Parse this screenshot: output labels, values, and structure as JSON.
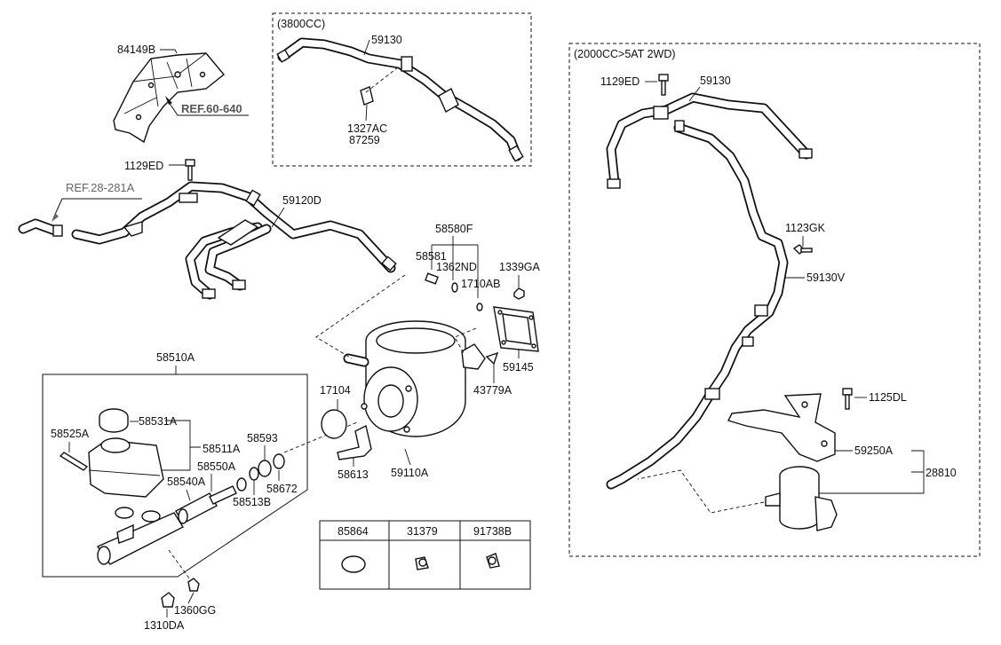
{
  "sections": {
    "v6_label": "(3800CC)",
    "i4_label": "(2000CC>5AT 2WD)"
  },
  "references": {
    "ref_60": "REF.60-640",
    "ref_28": "REF.28-281A"
  },
  "labels": {
    "p84149B": "84149B",
    "p1129ED_left": "1129ED",
    "p59120D": "59120D",
    "p59130_top": "59130",
    "p1327AC": "1327AC",
    "p87259": "87259",
    "p1129ED_right": "1129ED",
    "p59130_right": "59130",
    "p1123GK": "1123GK",
    "p59130V": "59130V",
    "p1125DL": "1125DL",
    "p59250A": "59250A",
    "p28810": "28810",
    "p58580F": "58580F",
    "p58581": "58581",
    "p1362ND": "1362ND",
    "p1710AB": "1710AB",
    "p1339GA": "1339GA",
    "p59145": "59145",
    "p43779A": "43779A",
    "p17104": "17104",
    "p58613": "58613",
    "p59110A": "59110A",
    "p58510A": "58510A",
    "p58531A": "58531A",
    "p58525A": "58525A",
    "p58511A": "58511A",
    "p58593": "58593",
    "p58550A": "58550A",
    "p58540A": "58540A",
    "p58672": "58672",
    "p58513B": "58513B",
    "p1360GG": "1360GG",
    "p1310DA": "1310DA"
  },
  "legend_table": {
    "headers": [
      "85864",
      "31379",
      "91738B"
    ],
    "icons": [
      "round-plug-icon",
      "hose-clamp-icon",
      "spring-clip-icon"
    ]
  }
}
